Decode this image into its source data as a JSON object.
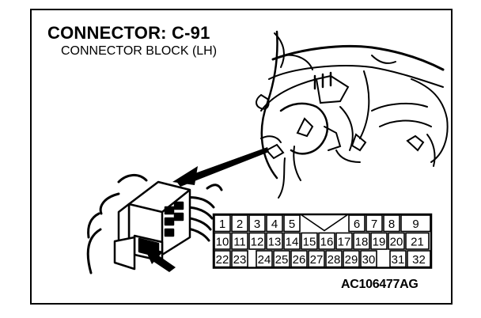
{
  "header": {
    "title": "CONNECTOR: C-91",
    "subtitle": "CONNECTOR BLOCK (LH)"
  },
  "figure_code": "AC106477AG",
  "pinout": {
    "row1": [
      "1",
      "2",
      "3",
      "4",
      "5",
      "",
      "6",
      "7",
      "8",
      "9"
    ],
    "row2": [
      "10",
      "11",
      "12",
      "13",
      "14",
      "15",
      "16",
      "17",
      "18",
      "19",
      "20",
      "21"
    ],
    "row3": [
      "22",
      "23",
      "",
      "24",
      "25",
      "26",
      "27",
      "28",
      "29",
      "30",
      "",
      "31",
      "32"
    ]
  },
  "colors": {
    "ink": "#000000",
    "paper": "#ffffff"
  }
}
